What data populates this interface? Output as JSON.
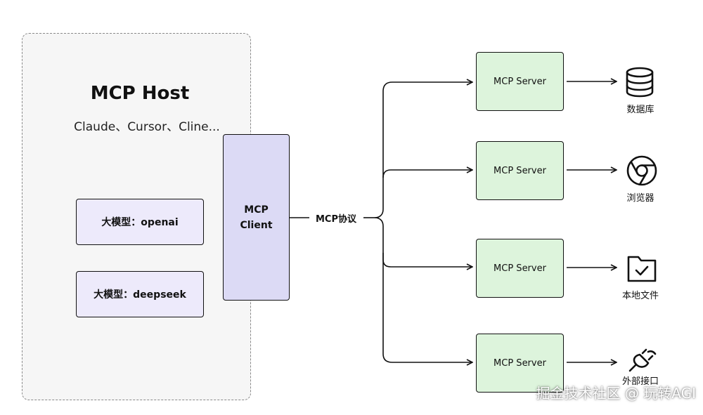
{
  "host": {
    "title": "MCP Host",
    "subtitle": "Claude、Cursor、Cline..."
  },
  "models": [
    {
      "label": "大模型：openai"
    },
    {
      "label": "大模型：deepseek"
    }
  ],
  "client": {
    "line1": "MCP",
    "line2": "Client"
  },
  "protocol": {
    "label": "MCP协议"
  },
  "servers": [
    {
      "label": "MCP Server",
      "resource": "数据库",
      "icon": "database-icon"
    },
    {
      "label": "MCP Server",
      "resource": "浏览器",
      "icon": "chrome-browser-icon"
    },
    {
      "label": "MCP Server",
      "resource": "本地文件",
      "icon": "folder-check-icon"
    },
    {
      "label": "MCP Server",
      "resource": "外部接口",
      "icon": "plug-icon"
    }
  ],
  "colors": {
    "host_bg": "#f6f6f6",
    "model_bg": "#edeafb",
    "client_bg": "#dcdaf5",
    "server_bg": "#ddf4dc",
    "stroke": "#111111"
  },
  "watermark": "掘金技术社区 @ 玩转AGI"
}
